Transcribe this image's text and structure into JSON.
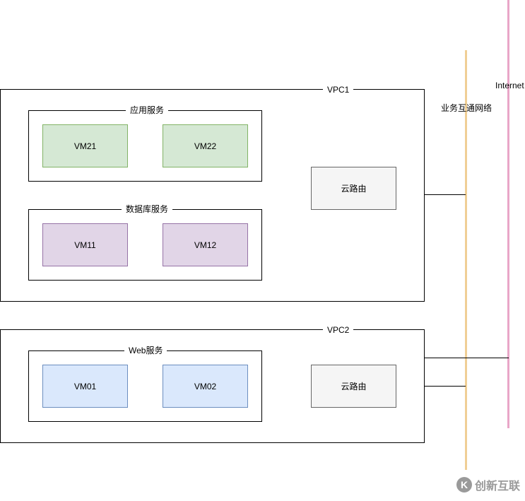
{
  "vpc1": {
    "label": "VPC1",
    "app_group": {
      "label": "应用服务",
      "vms": [
        "VM21",
        "VM22"
      ]
    },
    "db_group": {
      "label": "数据库服务",
      "vms": [
        "VM11",
        "VM12"
      ]
    },
    "router": "云路由"
  },
  "vpc2": {
    "label": "VPC2",
    "web_group": {
      "label": "Web服务",
      "vms": [
        "VM01",
        "VM02"
      ]
    },
    "router": "云路由"
  },
  "networks": {
    "business": {
      "label": "业务互通网络",
      "color": "#f0cf95"
    },
    "internet": {
      "label": "Internet",
      "color": "#e9a6c8"
    }
  },
  "watermark": {
    "text": "创新互联",
    "mark": "K"
  }
}
